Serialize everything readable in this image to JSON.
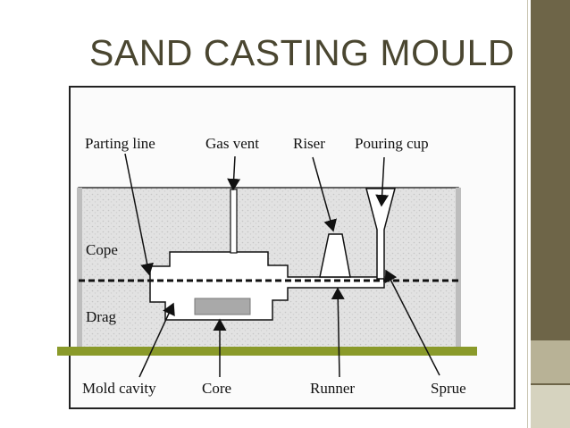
{
  "title": "SAND CASTING MOULD",
  "labels": {
    "parting_line": "Parting line",
    "gas_vent": "Gas vent",
    "riser": "Riser",
    "pouring_cup": "Pouring cup",
    "cope": "Cope",
    "drag": "Drag",
    "mold_cavity": "Mold cavity",
    "core": "Core",
    "runner": "Runner",
    "sprue": "Sprue"
  },
  "colors": {
    "theme_olive": "#6e6548",
    "title_text": "#4a4630",
    "ground_bar": "#8a9a2a",
    "sand": "#dcdcdc",
    "core_fill": "#a9a9a9"
  }
}
